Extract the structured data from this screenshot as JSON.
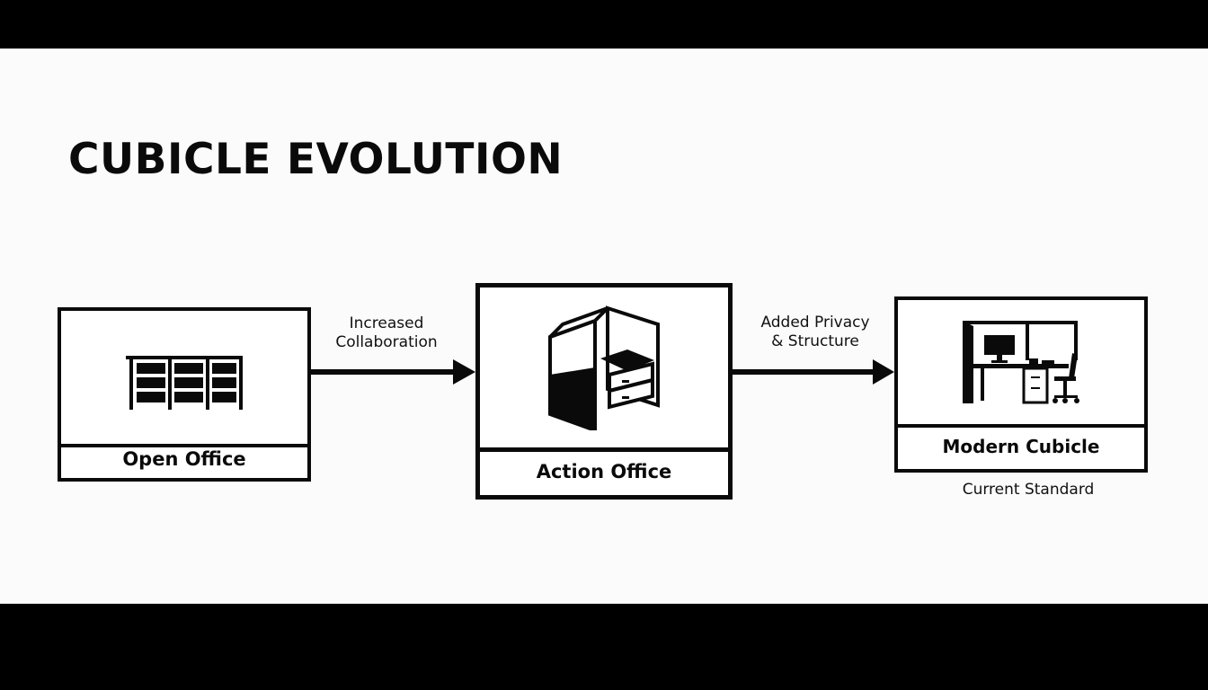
{
  "title": "CUBICLE EVOLUTION",
  "stages": [
    {
      "label": "Open Office",
      "icon": "desk-row-icon"
    },
    {
      "label": "Action Office",
      "icon": "cubicle-panel-icon"
    },
    {
      "label": "Modern Cubicle",
      "icon": "modern-workstation-icon",
      "note": "Current Standard"
    }
  ],
  "transitions": [
    {
      "from": "Open Office",
      "to": "Action Office",
      "label_line1": "Increased",
      "label_line2": "Collaboration"
    },
    {
      "from": "Action Office",
      "to": "Modern Cubicle",
      "label_line1": "Added Privacy",
      "label_line2": "& Structure"
    }
  ],
  "colors": {
    "background": "#fbfbfb",
    "ink": "#0a0a0a",
    "letterbox": "#000000"
  }
}
